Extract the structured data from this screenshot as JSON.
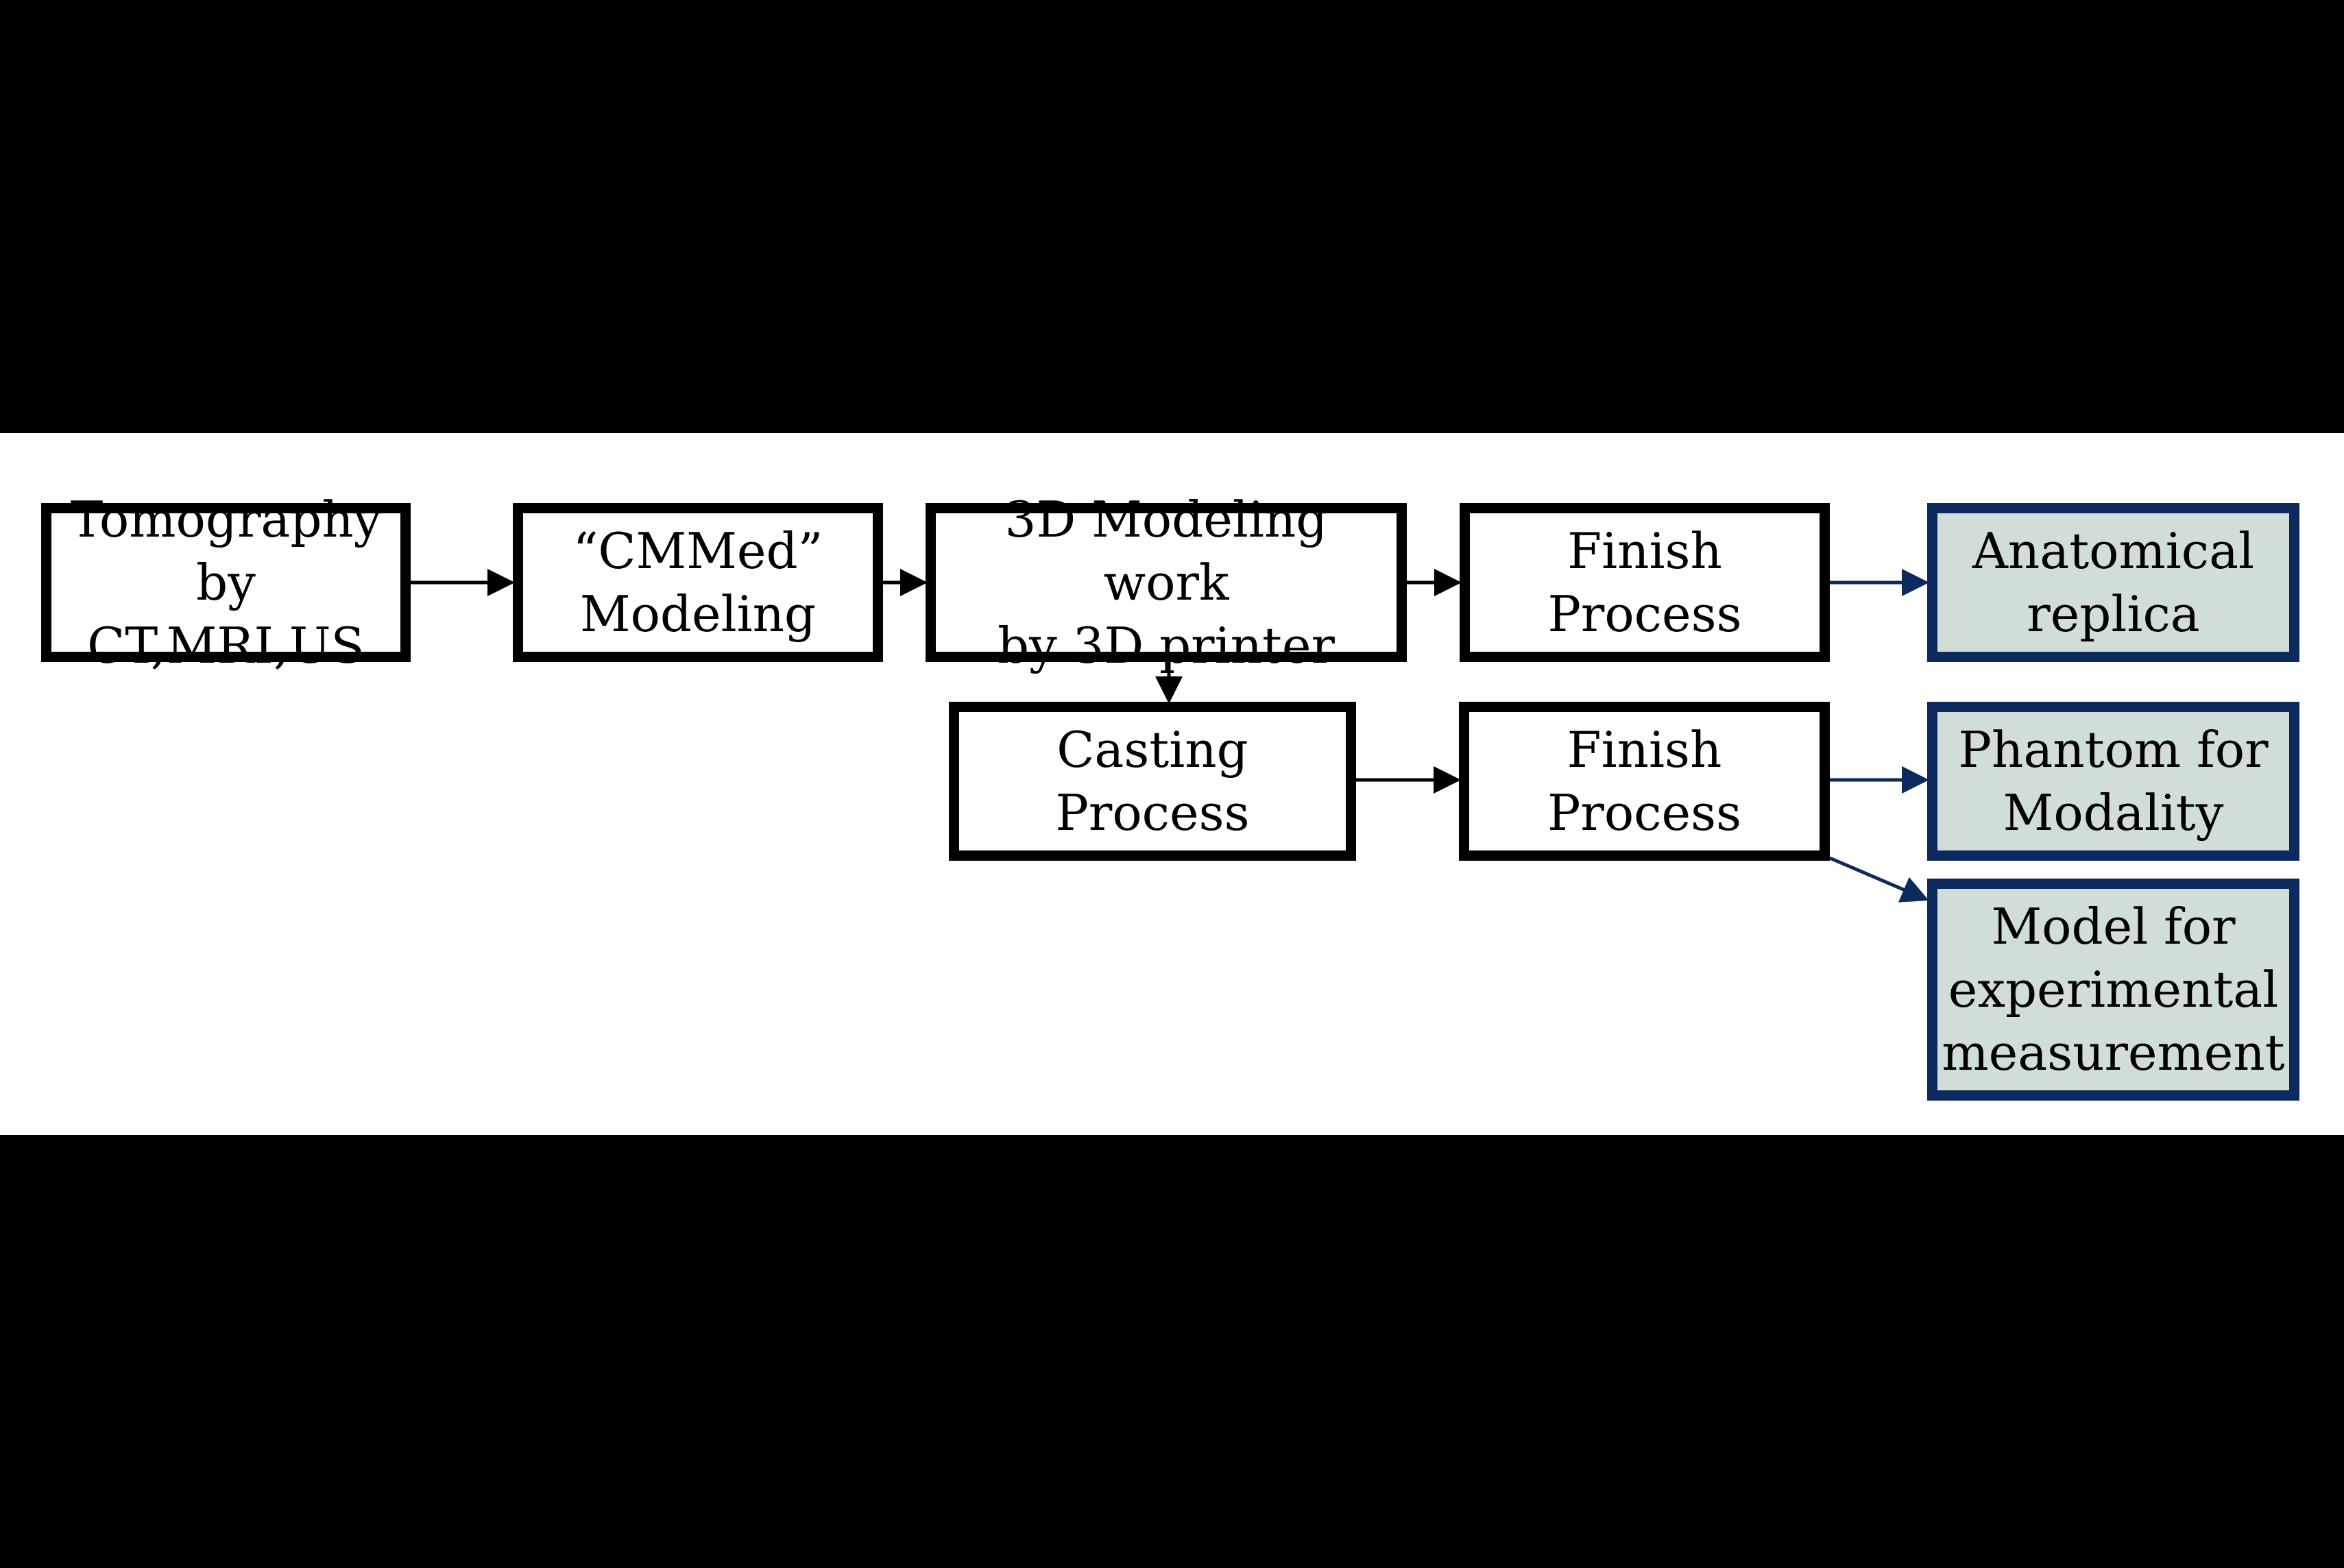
{
  "diagram": {
    "nodes": {
      "tomography": "Tomography\nby CT,MRI,US",
      "cmmed": "“CMMed”\nModeling",
      "printer": "3D Modeling work\nby 3D printer",
      "finish_1": "Finish Process",
      "anatomical": "Anatomical\nreplica",
      "casting": "Casting Process",
      "finish_2": "Finish Process",
      "phantom": "Phantom for\nModality",
      "model": "Model for\nexperimental\nmeasurement"
    },
    "edges": [
      {
        "from": "tomography",
        "to": "cmmed"
      },
      {
        "from": "cmmed",
        "to": "printer"
      },
      {
        "from": "printer",
        "to": "finish_1"
      },
      {
        "from": "finish_1",
        "to": "anatomical"
      },
      {
        "from": "printer",
        "to": "casting"
      },
      {
        "from": "casting",
        "to": "finish_2"
      },
      {
        "from": "finish_2",
        "to": "phantom"
      },
      {
        "from": "finish_2",
        "to": "model"
      }
    ],
    "colors": {
      "box_border": "#000000",
      "output_border": "#0d2a5f",
      "output_fill": "#d1ddd8",
      "arrow_black": "#000000",
      "arrow_navy": "#0d2a5f",
      "background": "#ffffff",
      "bands": "#000000"
    }
  }
}
